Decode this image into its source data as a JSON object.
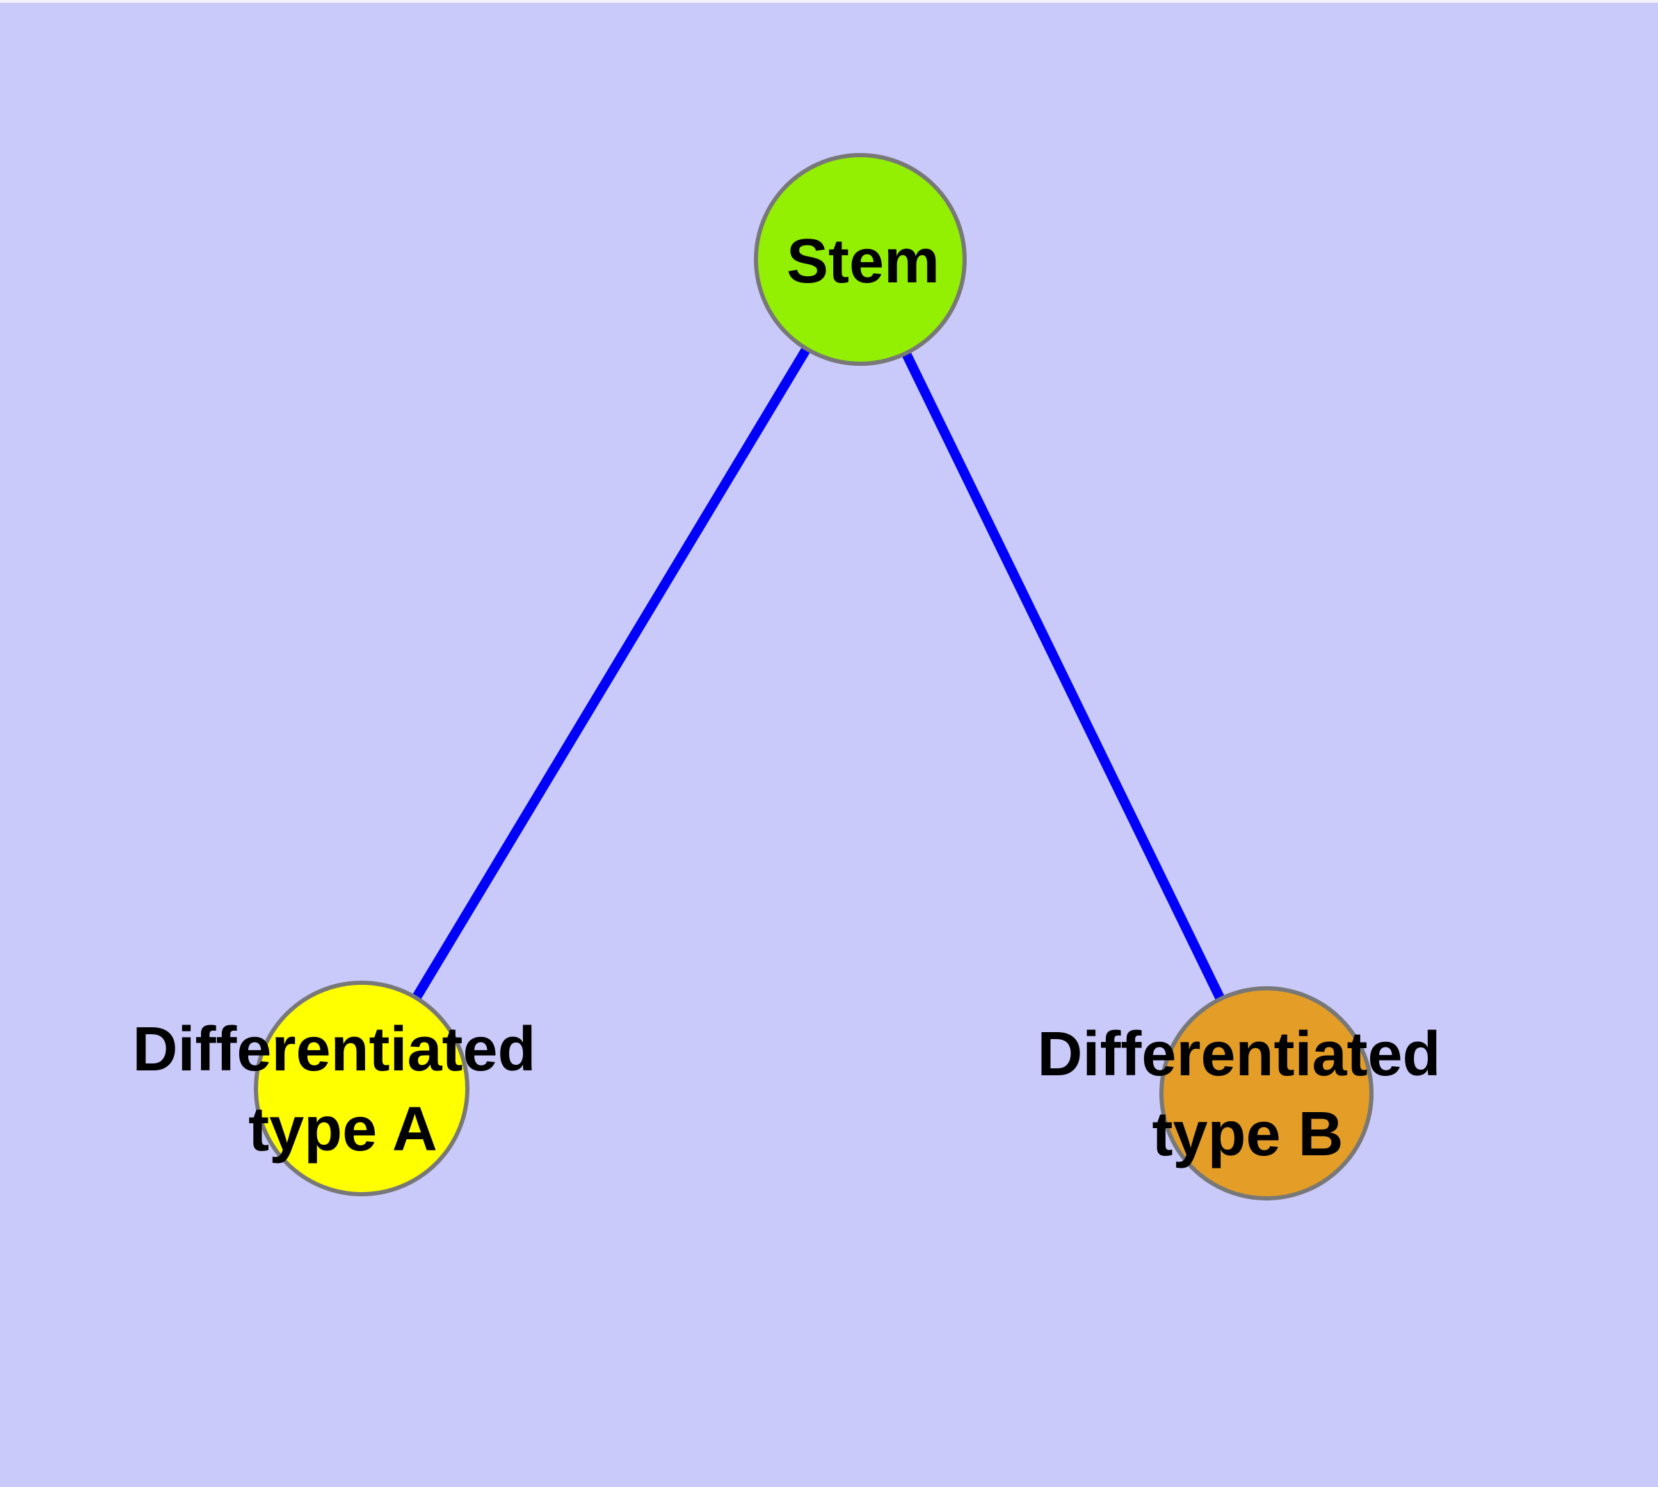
{
  "figure": {
    "type": "node-edge-diagram",
    "background_color": "#C9C9FA",
    "top_strip_color": "#F1F1F7",
    "edge_color": "#0000FA",
    "node_border_color": "#787878",
    "nodes": {
      "stem": {
        "label": "Stem",
        "fill": "#93F002"
      },
      "type_a": {
        "line1": "Differentiated",
        "line2": "type A",
        "fill": "#FFFF00"
      },
      "type_b": {
        "line1": "Differentiated",
        "line2": "type B",
        "fill": "#E49D26"
      }
    },
    "edges": [
      {
        "from": "Stem",
        "to": "Differentiated type A"
      },
      {
        "from": "Stem",
        "to": "Differentiated type B"
      }
    ]
  }
}
